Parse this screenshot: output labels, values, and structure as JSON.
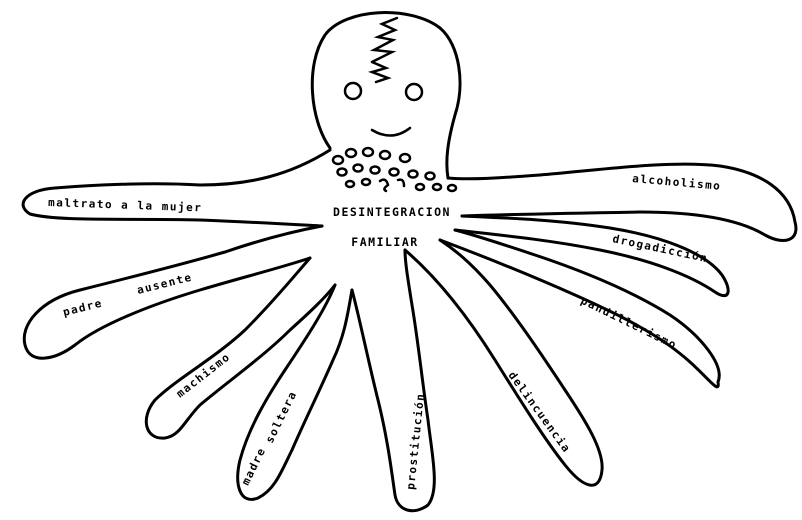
{
  "center_label": {
    "line1": "DESINTEGRACION",
    "line2": "FAMILIAR"
  },
  "tentacles": [
    {
      "label": "maltrato a la mujer"
    },
    {
      "label": "padre"
    },
    {
      "label": "ausente"
    },
    {
      "label": "machismo"
    },
    {
      "label": "madre"
    },
    {
      "label": "soltera"
    },
    {
      "label": "prostitución"
    },
    {
      "label": "delincuencia"
    },
    {
      "label": "pandillerismo"
    },
    {
      "label": "drogadicción"
    },
    {
      "label": "alcoholismo"
    }
  ]
}
